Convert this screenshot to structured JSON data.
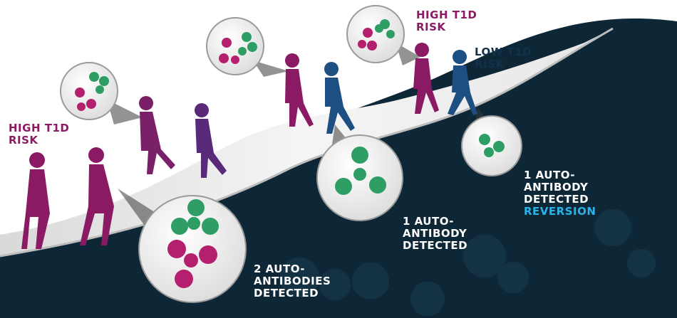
{
  "colors": {
    "high_risk": "#8a1a63",
    "low_risk": "#12304a",
    "background_dark": "#0e2736",
    "antibody_green": "#2f9e64",
    "antibody_magenta": "#b5206e",
    "reversion": "#29b3ea"
  },
  "labels": {
    "high_risk_left": [
      "HIGH T1D",
      "RISK"
    ],
    "high_risk_top": [
      "HIGH T1D",
      "RISK"
    ],
    "low_risk_top": [
      "LOW T1D",
      "RISK"
    ],
    "two_auto": [
      "2 AUTO-",
      "ANTIBODIES",
      "DETECTED"
    ],
    "one_auto_center": [
      "1 AUTO-",
      "ANTIBODY",
      "DETECTED"
    ],
    "one_auto_right": [
      "1 AUTO-",
      "ANTIBODY",
      "DETECTED"
    ],
    "reversion": "REVERSION"
  }
}
